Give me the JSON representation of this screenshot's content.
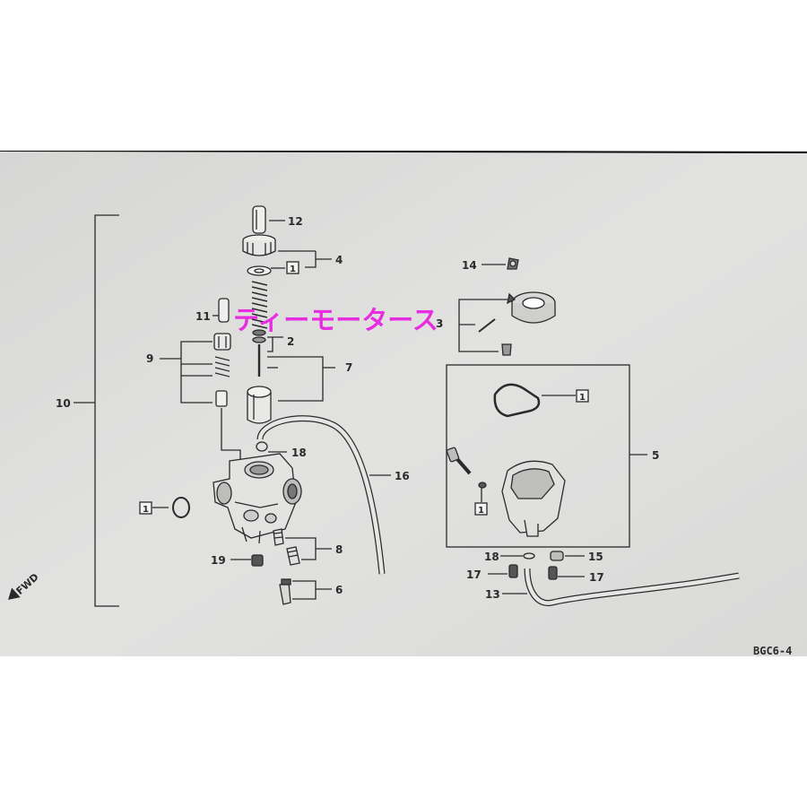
{
  "diagram": {
    "watermark": "ティーモータース",
    "code": "BGC6-4",
    "fwd_label": "FWD",
    "boxed_label": "1",
    "labels": {
      "n1": "1",
      "n2": "2",
      "n3": "3",
      "n4": "4",
      "n5": "5",
      "n6": "6",
      "n7": "7",
      "n8": "8",
      "n9": "9",
      "n10": "10",
      "n11": "11",
      "n12": "12",
      "n13": "13",
      "n14": "14",
      "n15": "15",
      "n16": "16",
      "n17": "17",
      "n18": "18",
      "n19": "19"
    },
    "colors": {
      "paper": "#dcdcdb",
      "ink": "#2a2a2a",
      "watermark": "#e62ee0",
      "page_bg": "#ffffff"
    }
  }
}
